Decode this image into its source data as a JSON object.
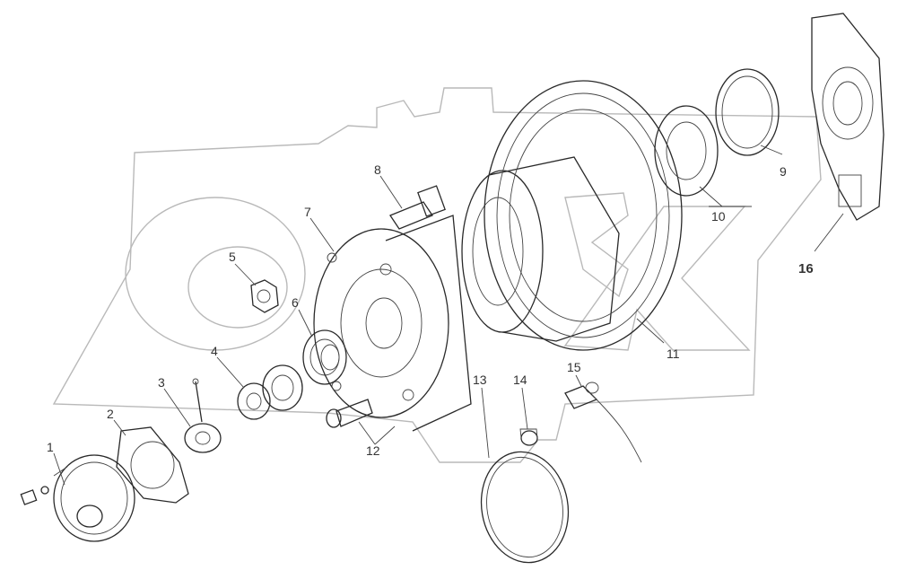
{
  "diagram": {
    "type": "exploded-parts-view",
    "watermark": "watermark-logo",
    "callouts": [
      {
        "id": "1",
        "label": "1"
      },
      {
        "id": "2",
        "label": "2"
      },
      {
        "id": "3",
        "label": "3"
      },
      {
        "id": "4",
        "label": "4"
      },
      {
        "id": "5",
        "label": "5"
      },
      {
        "id": "6",
        "label": "6"
      },
      {
        "id": "7",
        "label": "7"
      },
      {
        "id": "8",
        "label": "8"
      },
      {
        "id": "9",
        "label": "9"
      },
      {
        "id": "10",
        "label": "10"
      },
      {
        "id": "11",
        "label": "11"
      },
      {
        "id": "12",
        "label": "12"
      },
      {
        "id": "13",
        "label": "13"
      },
      {
        "id": "14",
        "label": "14"
      },
      {
        "id": "15",
        "label": "15"
      },
      {
        "id": "16",
        "label": "16"
      }
    ]
  }
}
